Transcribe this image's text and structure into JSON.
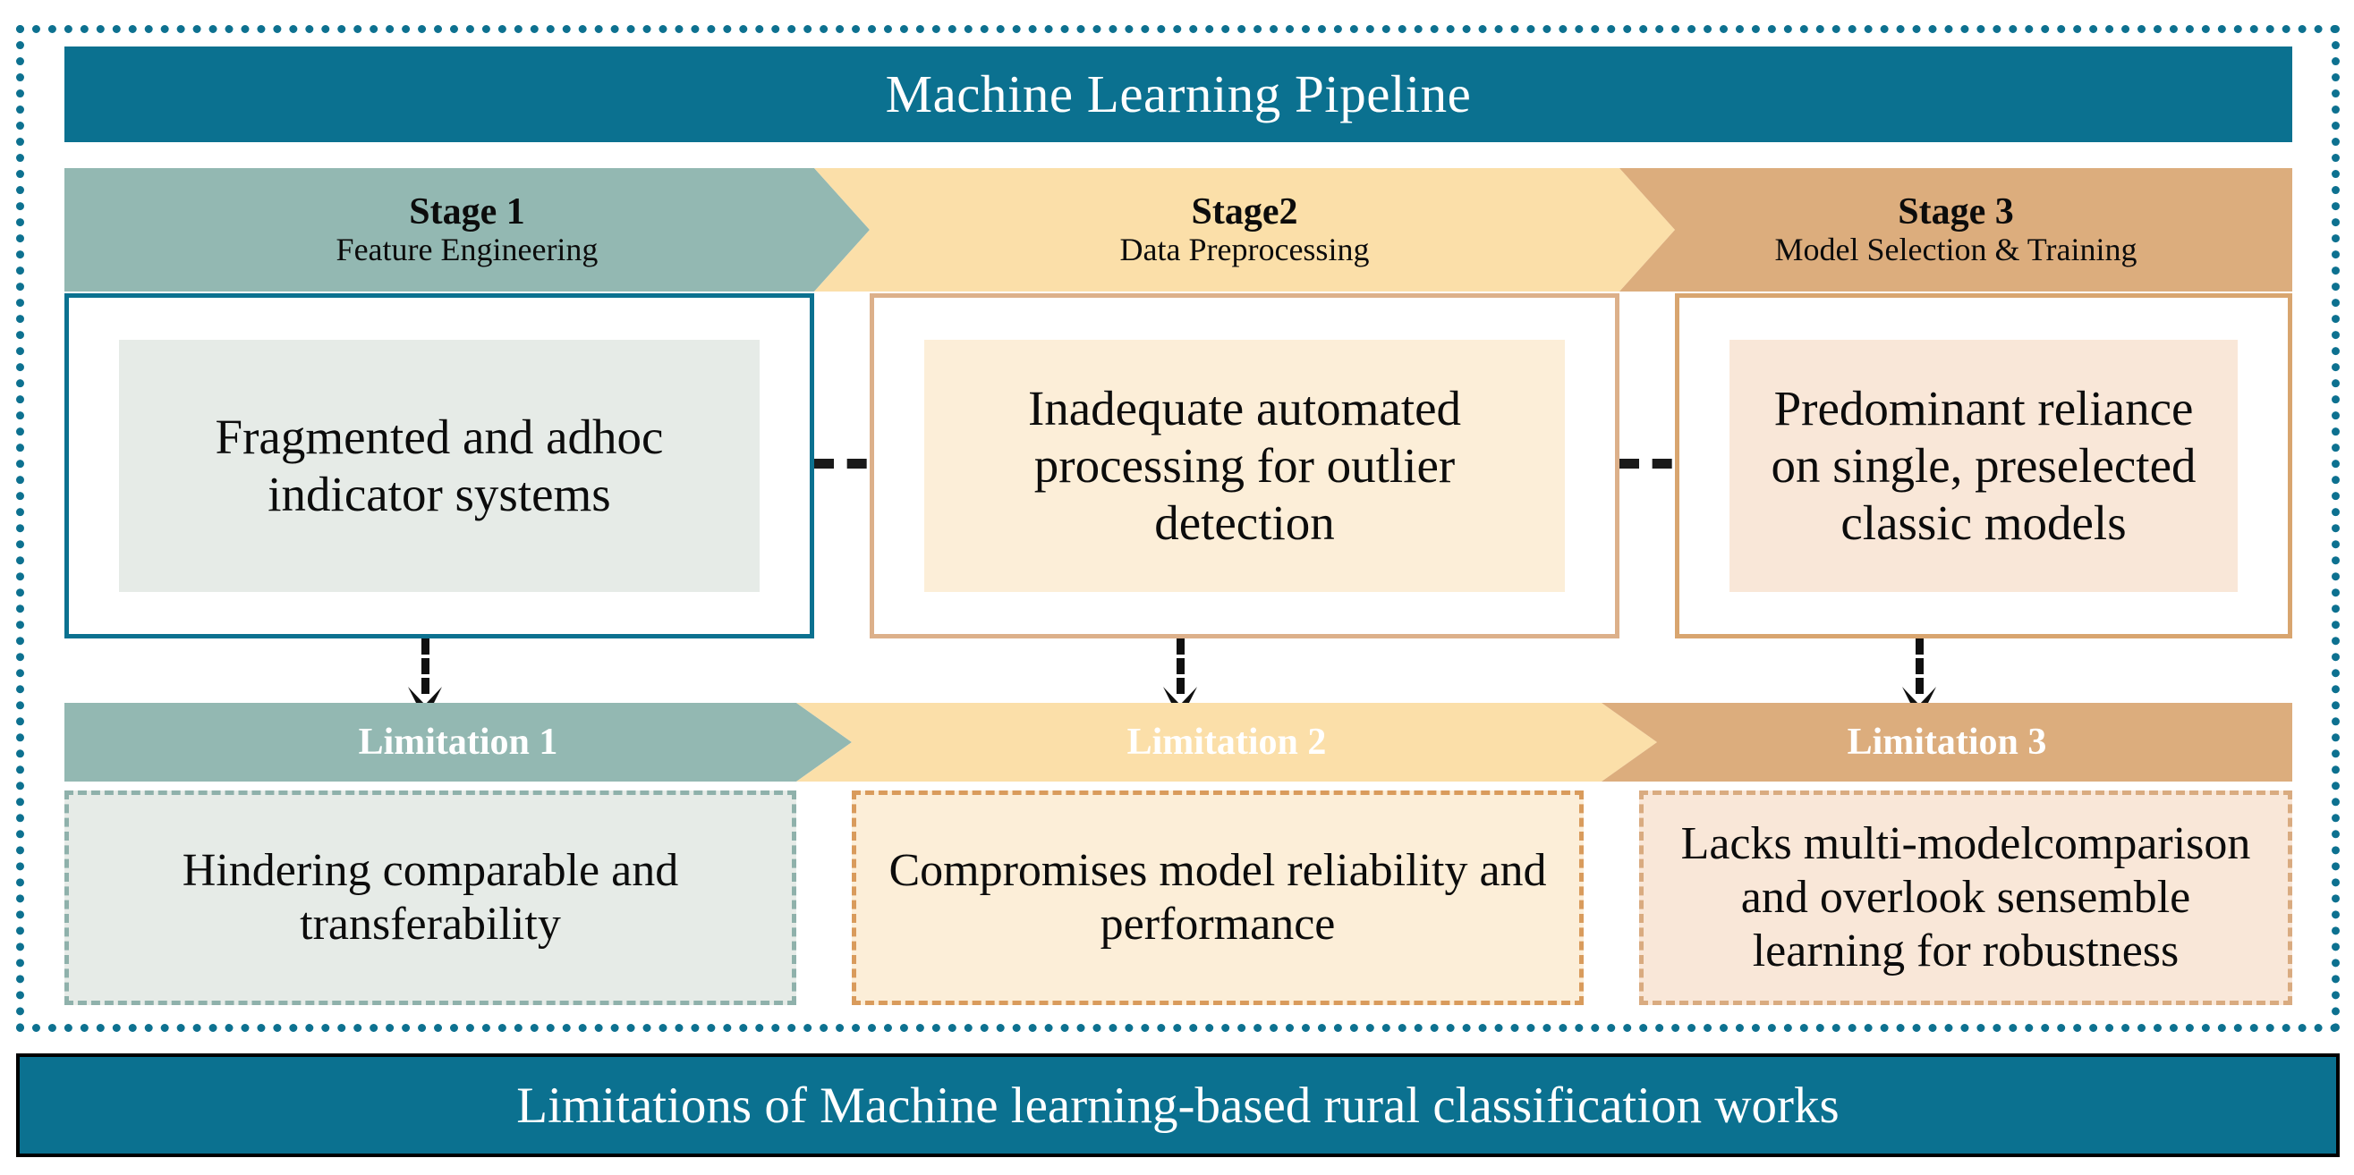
{
  "header": {
    "title": "Machine Learning Pipeline"
  },
  "footer": {
    "title": "Limitations of Machine learning-based rural classification works"
  },
  "colors": {
    "banner_teal": "#0b7190",
    "frame_dot": "#0d7190",
    "stage1_chevron": "#93b8b2",
    "stage2_chevron": "#fbdfa9",
    "stage3_chevron": "#dcad7d",
    "stage1_card_border": "#0b7190",
    "stage2_card_border": "#dcb08a",
    "stage3_card_border": "#d8a56f",
    "stage1_inner_fill": "#e6ebe7",
    "stage2_inner_fill": "#fceed8",
    "stage3_inner_fill": "#f9e7d8",
    "lim1_fill": "#e6ebe7",
    "lim2_fill": "#fceed8",
    "lim3_fill": "#f9e7d8",
    "lim1_dash": "#8fb1ab",
    "lim2_dash": "#d99b5c",
    "lim3_dash": "#d9ab80",
    "connector": "#1a1a1a",
    "text_dark": "#0c0c0c",
    "text_light": "#ffffff"
  },
  "stages": [
    {
      "name": "Stage 1",
      "subtitle": "Feature Engineering",
      "issue": "Fragmented and adhoc indicator systems",
      "limitation_label": "Limitation 1",
      "limitation_text": "Hindering comparable and transferability"
    },
    {
      "name": "Stage2",
      "subtitle": "Data Preprocessing",
      "issue": "Inadequate automated processing for outlier detection",
      "limitation_label": "Limitation 2",
      "limitation_text": "Compromises model reliability and performance"
    },
    {
      "name": "Stage 3",
      "subtitle": "Model Selection & Training",
      "issue": "Predominant reliance on single, preselected classic models",
      "limitation_label": "Limitation 3",
      "limitation_text": "Lacks multi-modelcomparison and overlook sensemble learning for robustness"
    }
  ],
  "connectors": {
    "horizontal_style": "dashed",
    "vertical_style": "dashed-arrow-down",
    "count_horizontal": 2,
    "count_vertical": 3
  }
}
